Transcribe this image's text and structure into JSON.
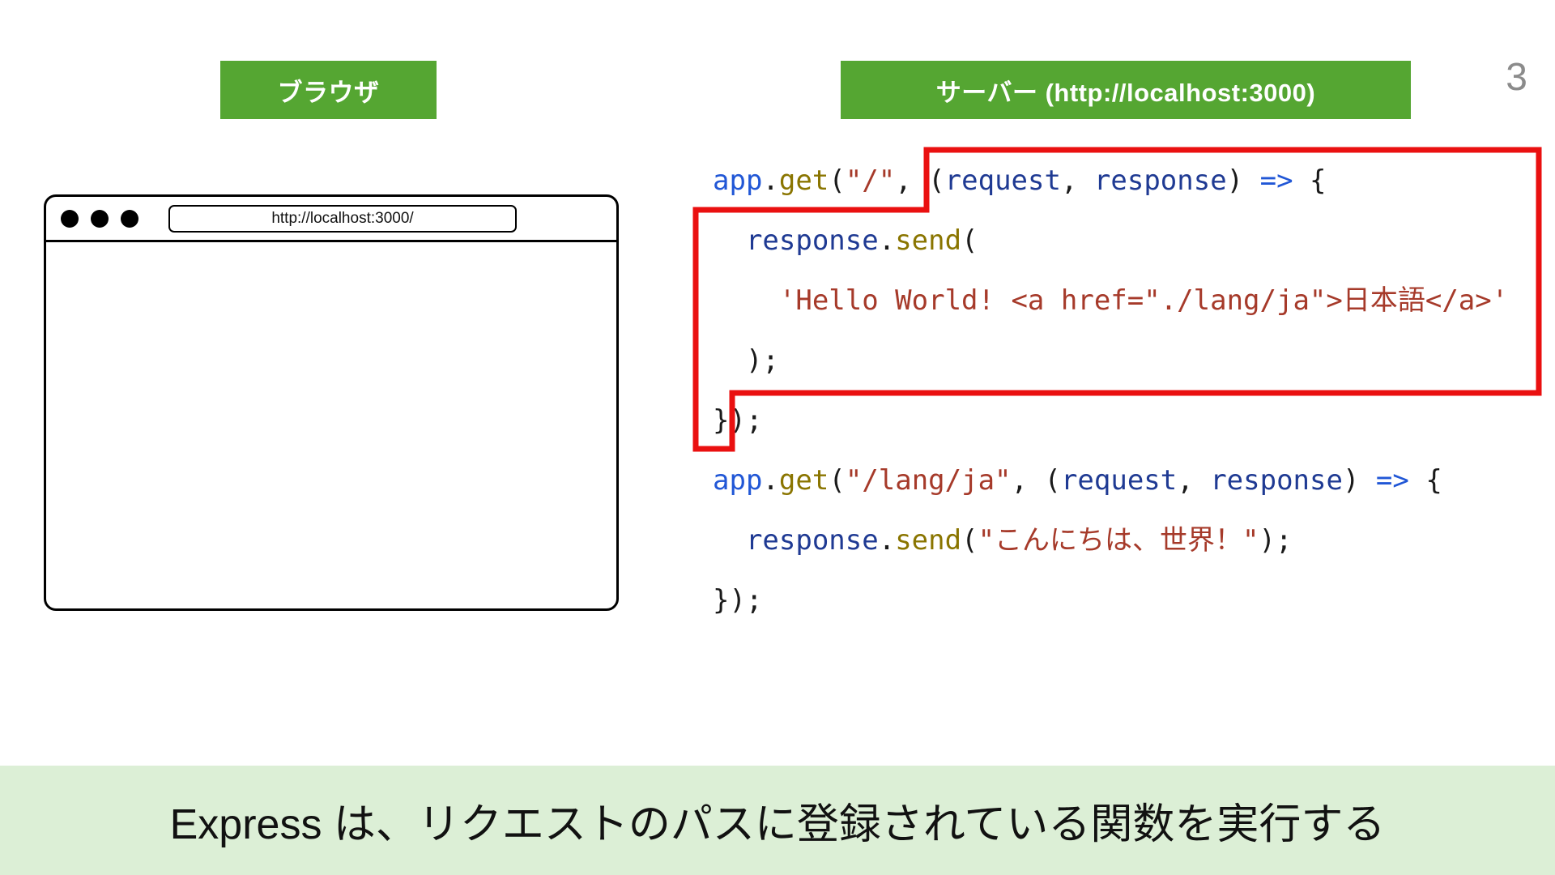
{
  "page": {
    "number": "3"
  },
  "labels": {
    "browser": "ブラウザ",
    "server": "サーバー (http://localhost:3000)"
  },
  "browser_window": {
    "url": "http://localhost:3000/"
  },
  "footer": {
    "text": "Express は、リクエストのパスに登録されている関数を実行する"
  },
  "colors": {
    "label_green": "#55a632",
    "footer_green": "#dcefd6",
    "highlight_red": "#ea1010",
    "code_keyword_blue": "#2157d6",
    "code_param_navy": "#1f3a93",
    "code_method_olive": "#8a7500",
    "code_string_red": "#a63a2a"
  },
  "code": {
    "lines": [
      [
        {
          "t": "app",
          "c": "blue"
        },
        {
          "t": ".",
          "c": "plain"
        },
        {
          "t": "get",
          "c": "olive"
        },
        {
          "t": "(",
          "c": "plain"
        },
        {
          "t": "\"/\"",
          "c": "string"
        },
        {
          "t": ", (",
          "c": "plain"
        },
        {
          "t": "request",
          "c": "navy"
        },
        {
          "t": ", ",
          "c": "plain"
        },
        {
          "t": "response",
          "c": "navy"
        },
        {
          "t": ") ",
          "c": "plain"
        },
        {
          "t": "=>",
          "c": "blue"
        },
        {
          "t": " {",
          "c": "plain"
        }
      ],
      [
        {
          "t": "  ",
          "c": "plain"
        },
        {
          "t": "response",
          "c": "navy"
        },
        {
          "t": ".",
          "c": "plain"
        },
        {
          "t": "send",
          "c": "olive"
        },
        {
          "t": "(",
          "c": "plain"
        }
      ],
      [
        {
          "t": "    ",
          "c": "plain"
        },
        {
          "t": "'Hello World! <a href=\"./lang/ja\">日本語</a>'",
          "c": "string"
        }
      ],
      [
        {
          "t": "  );",
          "c": "plain"
        }
      ],
      [
        {
          "t": "});",
          "c": "plain"
        }
      ],
      [
        {
          "t": "app",
          "c": "blue"
        },
        {
          "t": ".",
          "c": "plain"
        },
        {
          "t": "get",
          "c": "olive"
        },
        {
          "t": "(",
          "c": "plain"
        },
        {
          "t": "\"/lang/ja\"",
          "c": "string"
        },
        {
          "t": ", (",
          "c": "plain"
        },
        {
          "t": "request",
          "c": "navy"
        },
        {
          "t": ", ",
          "c": "plain"
        },
        {
          "t": "response",
          "c": "navy"
        },
        {
          "t": ") ",
          "c": "plain"
        },
        {
          "t": "=>",
          "c": "blue"
        },
        {
          "t": " {",
          "c": "plain"
        }
      ],
      [
        {
          "t": "  ",
          "c": "plain"
        },
        {
          "t": "response",
          "c": "navy"
        },
        {
          "t": ".",
          "c": "plain"
        },
        {
          "t": "send",
          "c": "olive"
        },
        {
          "t": "(",
          "c": "plain"
        },
        {
          "t": "\"こんにちは、世界！\"",
          "c": "string"
        },
        {
          "t": ");",
          "c": "plain"
        }
      ],
      [
        {
          "t": "});",
          "c": "plain"
        }
      ]
    ]
  }
}
